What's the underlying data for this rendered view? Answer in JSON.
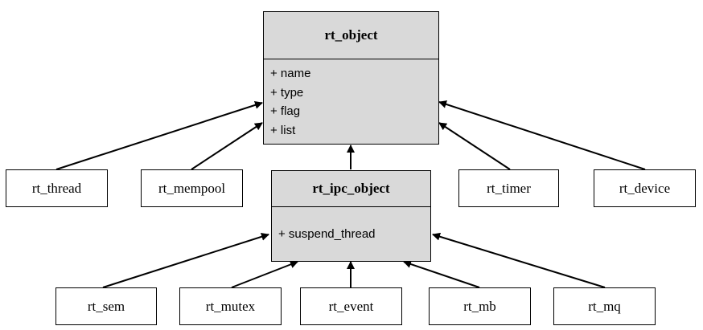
{
  "base_class": {
    "name": "rt_object",
    "attributes": [
      "+ name",
      "+ type",
      "+ flag",
      "+ list"
    ]
  },
  "ipc_class": {
    "name": "rt_ipc_object",
    "attributes": [
      "+ suspend_thread"
    ]
  },
  "object_children": [
    "rt_thread",
    "rt_mempool",
    "rt_timer",
    "rt_device"
  ],
  "ipc_children": [
    "rt_sem",
    "rt_mutex",
    "rt_event",
    "rt_mb",
    "rt_mq"
  ]
}
